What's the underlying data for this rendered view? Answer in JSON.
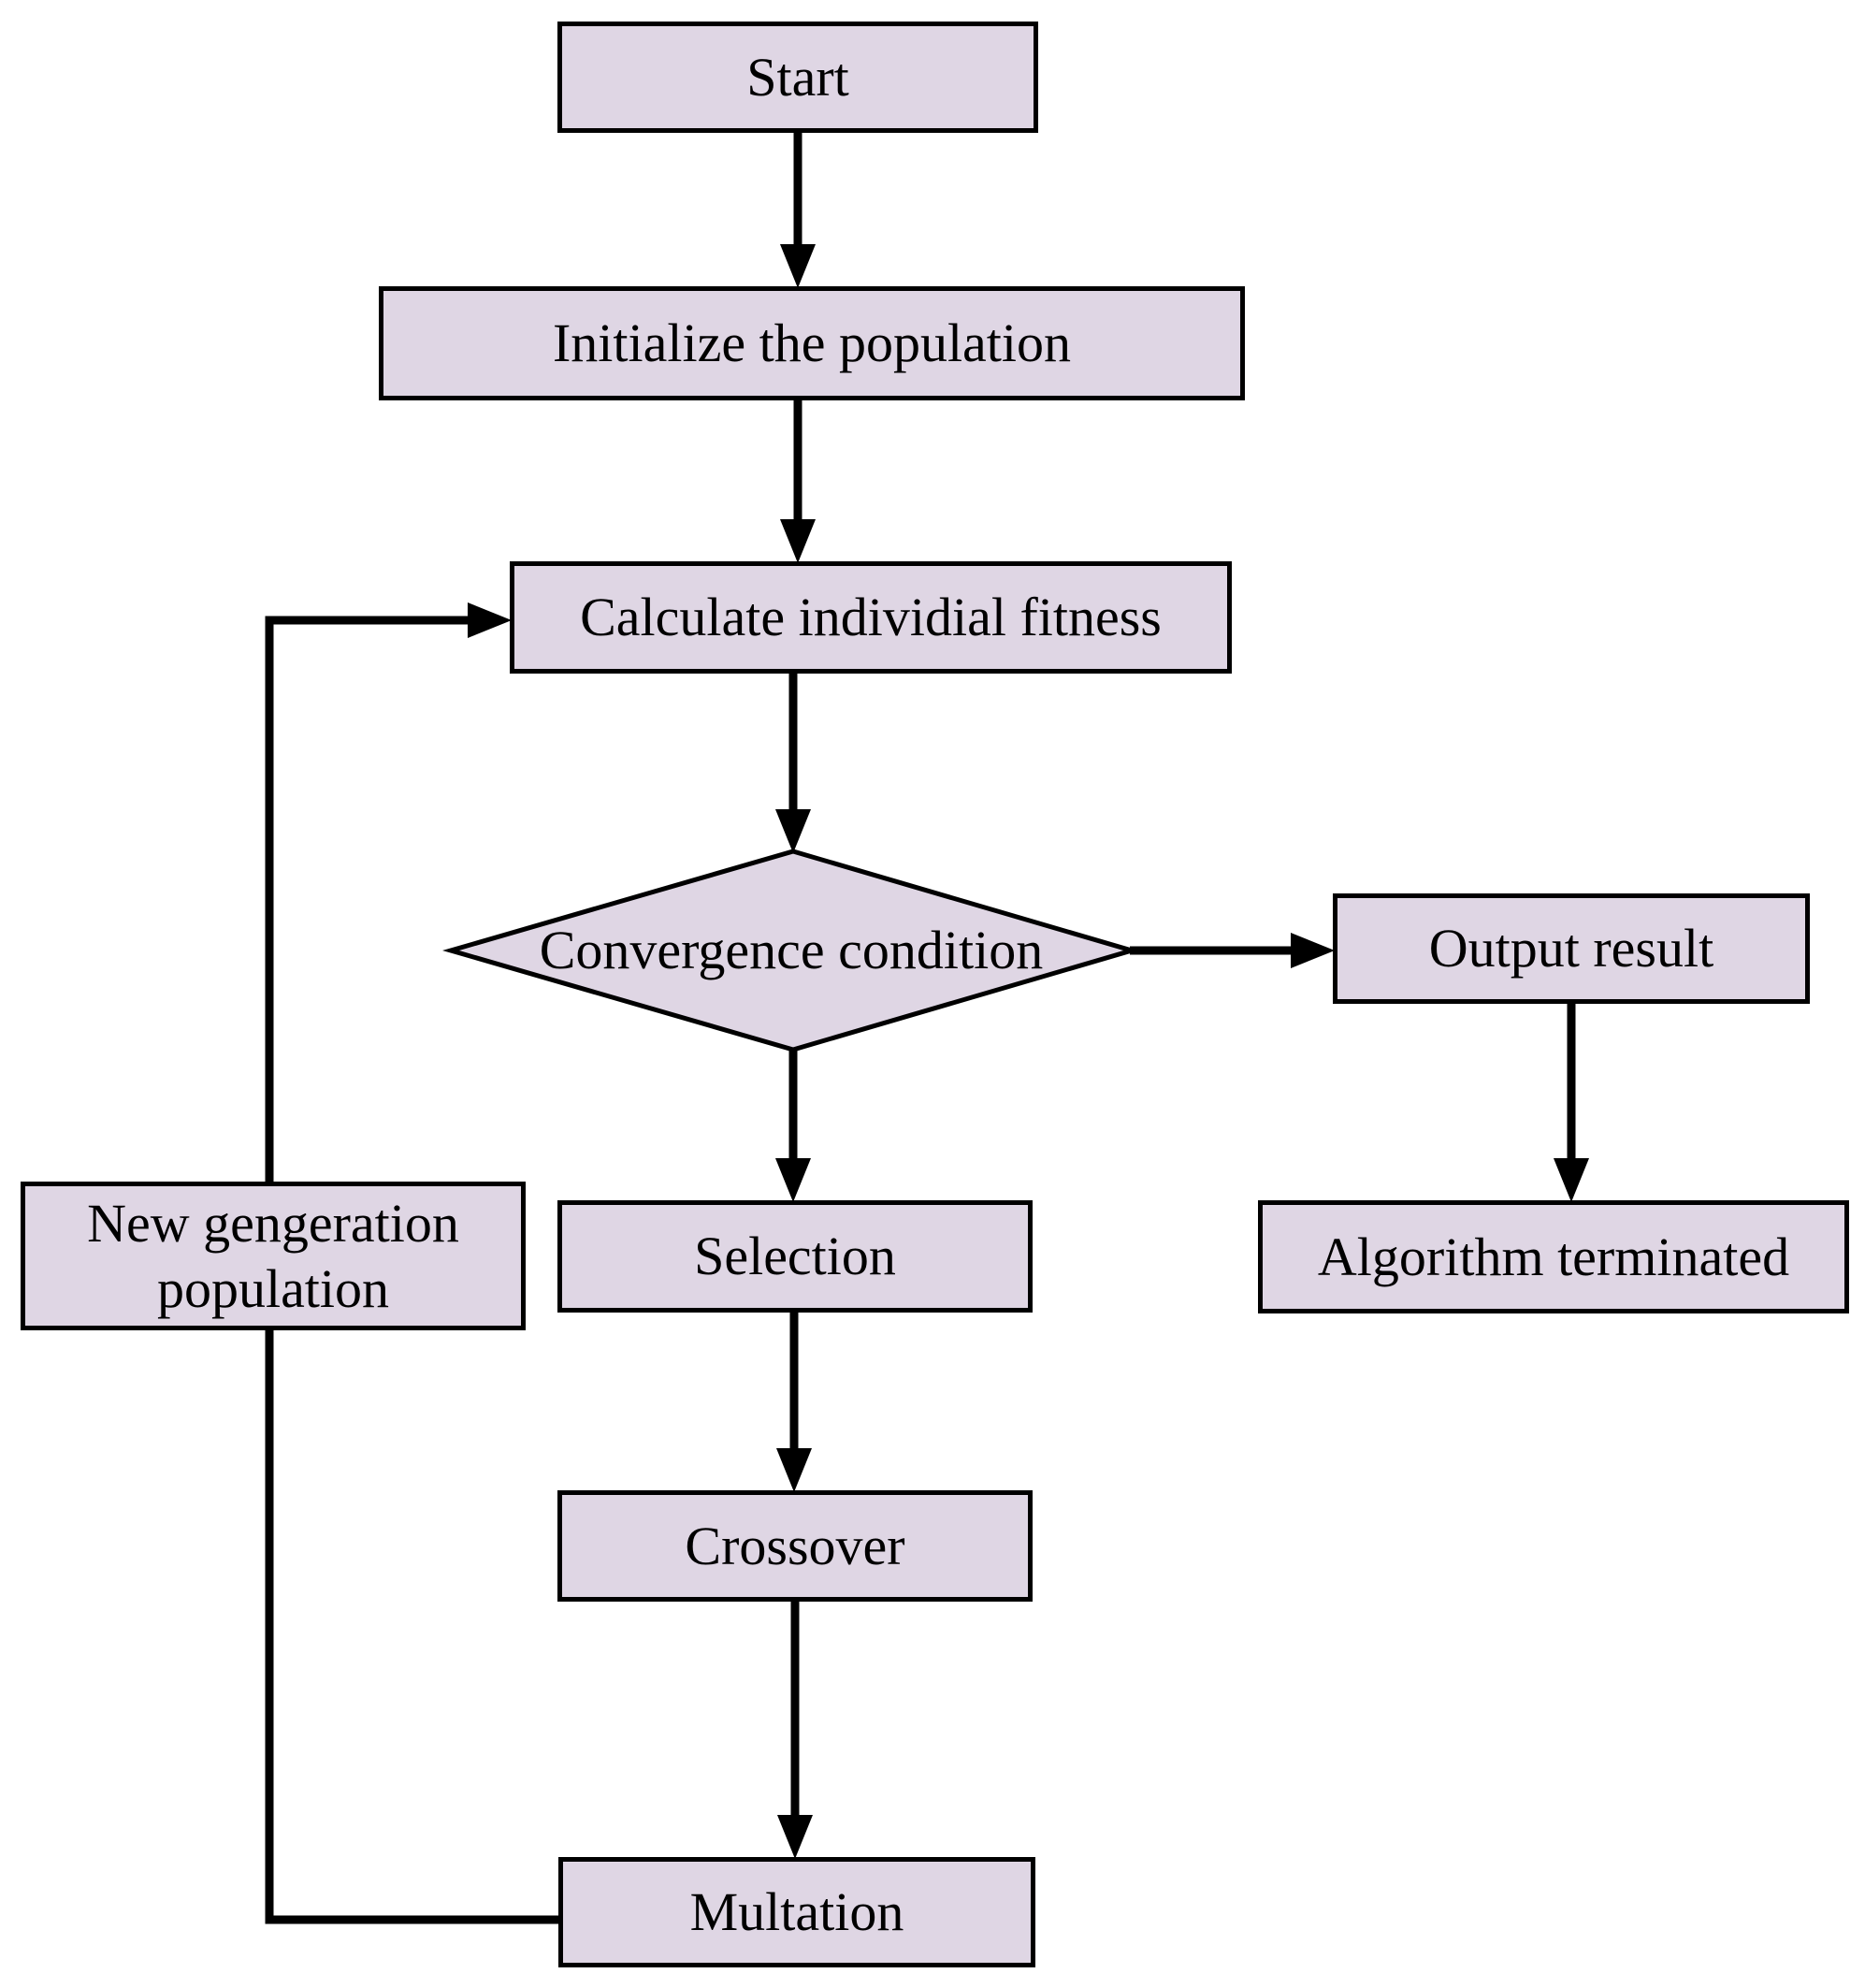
{
  "colors": {
    "node_fill": "#dfd6e4",
    "node_border": "#000000",
    "connector": "#000000",
    "background": "#ffffff",
    "text": "#000000"
  },
  "nodes": {
    "start": {
      "label": "Start",
      "shape": "rect"
    },
    "initialize": {
      "label": "Initialize the population",
      "shape": "rect"
    },
    "calculate": {
      "label": "Calculate individial fitness",
      "shape": "rect"
    },
    "convergence": {
      "label": "Convergence condition",
      "shape": "diamond"
    },
    "output": {
      "label": "Output result",
      "shape": "rect"
    },
    "terminated": {
      "label": "Algorithm terminated",
      "shape": "rect"
    },
    "selection": {
      "label": "Selection",
      "shape": "rect"
    },
    "new_generation": {
      "label": "New gengeration population",
      "shape": "rect"
    },
    "crossover": {
      "label": "Crossover",
      "shape": "rect"
    },
    "mutation": {
      "label": "Multation",
      "shape": "rect"
    }
  },
  "edges": [
    {
      "from": "start",
      "to": "initialize"
    },
    {
      "from": "initialize",
      "to": "calculate"
    },
    {
      "from": "calculate",
      "to": "convergence"
    },
    {
      "from": "convergence",
      "to": "output"
    },
    {
      "from": "output",
      "to": "terminated"
    },
    {
      "from": "convergence",
      "to": "selection"
    },
    {
      "from": "selection",
      "to": "crossover"
    },
    {
      "from": "crossover",
      "to": "mutation"
    },
    {
      "from": "mutation",
      "to": "new_generation"
    },
    {
      "from": "new_generation",
      "to": "calculate"
    }
  ]
}
